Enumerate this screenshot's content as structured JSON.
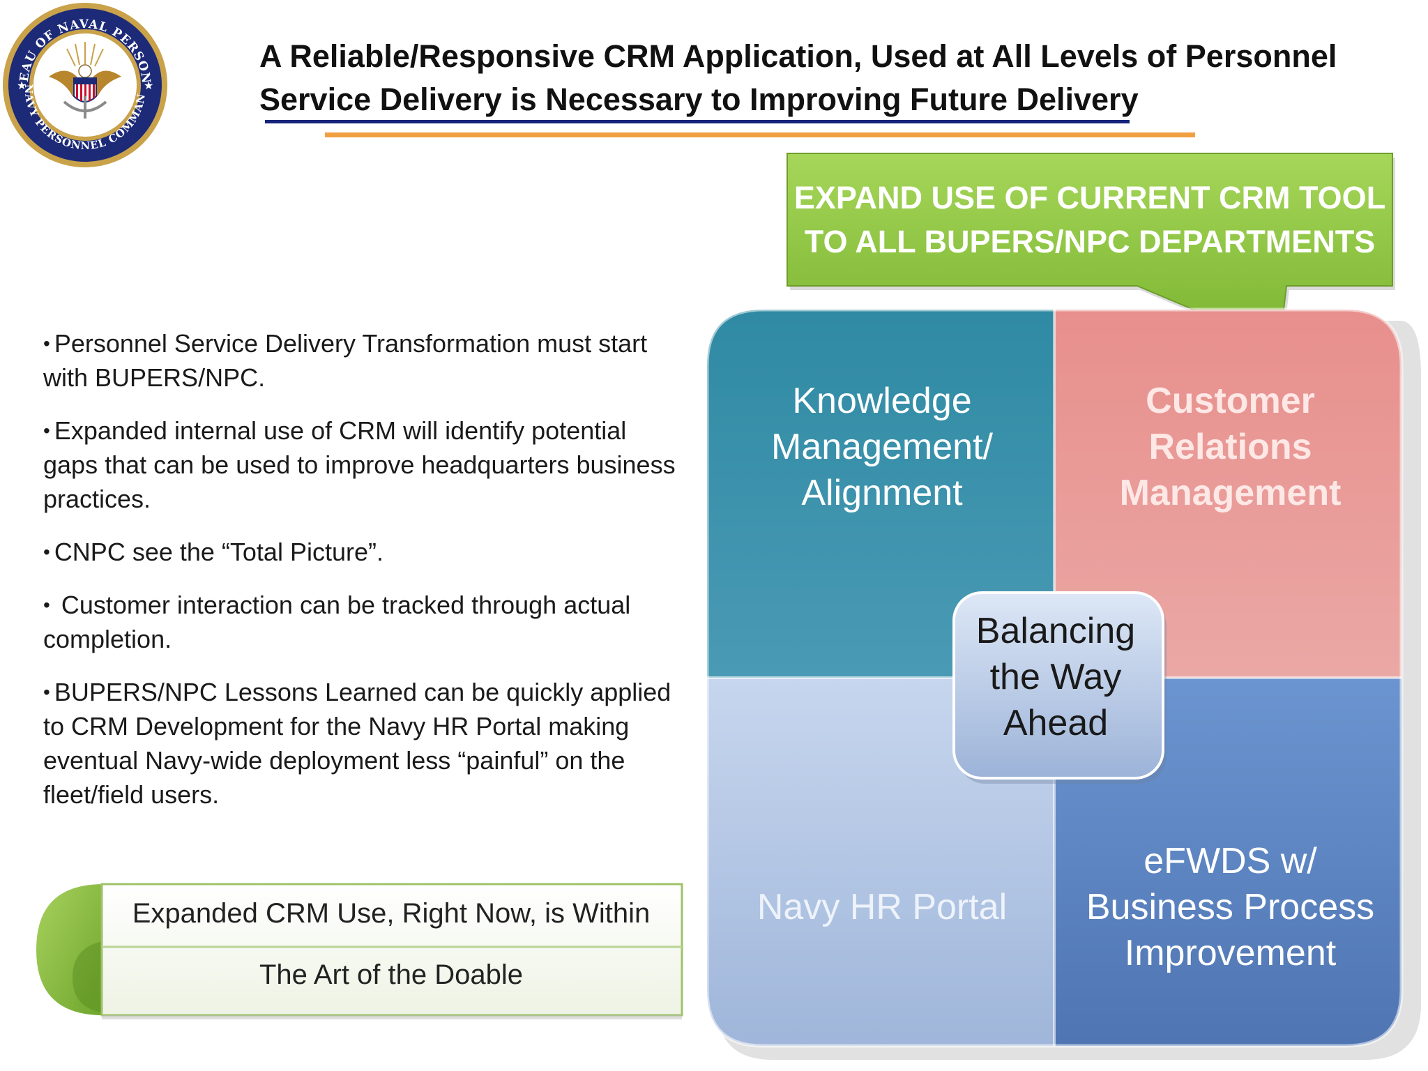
{
  "seal": {
    "top_text": "BUREAU OF NAVAL PERSONNEL",
    "bottom_text": "NAVY PERSONNEL COMMAND"
  },
  "title": {
    "line1": "A Reliable/Responsive CRM Application, Used at All Levels of Personnel",
    "line2": "Service Delivery is Necessary to Improving Future Delivery"
  },
  "callout": {
    "line1": "EXPAND USE OF CURRENT CRM TOOL",
    "line2": "TO ALL BUPERS/NPC  DEPARTMENTS"
  },
  "bullets": [
    "Personnel Service Delivery Transformation must start with BUPERS/NPC.",
    "Expanded internal use of CRM will identify potential gaps that can be used to improve headquarters business practices.",
    "CNPC see the “Total Picture”.",
    " Customer interaction can be tracked through actual completion.",
    "BUPERS/NPC Lessons Learned can be quickly applied to CRM Development for the Navy HR Portal making eventual Navy-wide deployment less “painful” on the fleet/field users."
  ],
  "pill": {
    "line1": "Expanded CRM Use, Right Now, is Within",
    "line2": "The Art of the Doable"
  },
  "quadrants": {
    "top_left": [
      "Knowledge",
      "Management/",
      "Alignment"
    ],
    "top_right": [
      "Customer",
      "Relations",
      "Management"
    ],
    "bottom_left": [
      "Navy HR Portal"
    ],
    "bottom_right": [
      "eFWDS w/",
      "Business Process",
      "Improvement"
    ],
    "center": [
      "Balancing",
      "the Way",
      "Ahead"
    ]
  },
  "colors": {
    "navy_line": "#16237a",
    "orange_line": "#f0a040",
    "callout_green": "#8cc63f",
    "quad_teal": "#3a8ea6",
    "quad_pink": "#e9a3a0",
    "quad_light_blue": "#b9cbe6",
    "quad_blue": "#5f86c2"
  }
}
